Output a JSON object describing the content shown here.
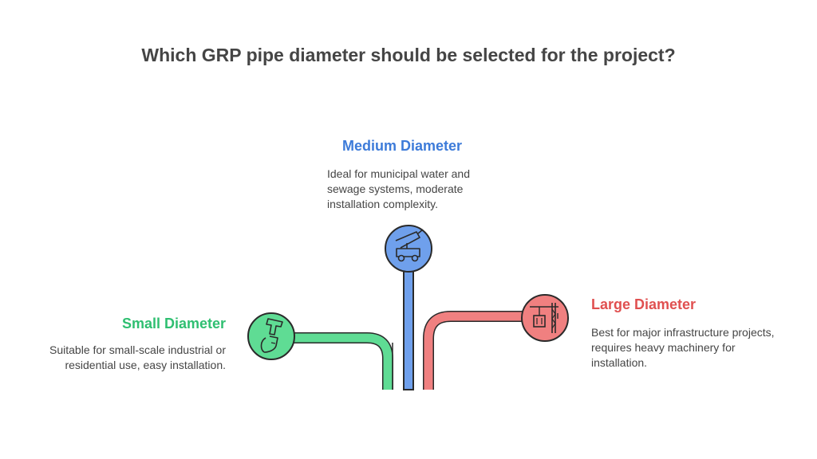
{
  "title": "Which GRP pipe diameter should be selected for the project?",
  "colors": {
    "small": "#2fbf71",
    "small_fill": "#5fdc94",
    "medium": "#3d7bd9",
    "medium_fill": "#6fa0ec",
    "large": "#e05050",
    "large_fill": "#f08080",
    "text": "#454545",
    "outline": "#2a2a2a"
  },
  "options": {
    "small": {
      "title": "Small Diameter",
      "description": "Suitable for small-scale industrial or residential use, easy installation.",
      "icon": "pipe-nozzle-icon"
    },
    "medium": {
      "title": "Medium Diameter",
      "description": "Ideal for municipal water and sewage systems, moderate installation complexity.",
      "icon": "utility-truck-icon"
    },
    "large": {
      "title": "Large Diameter",
      "description": "Best for major infrastructure projects, requires heavy machinery for installation.",
      "icon": "crane-icon"
    }
  }
}
